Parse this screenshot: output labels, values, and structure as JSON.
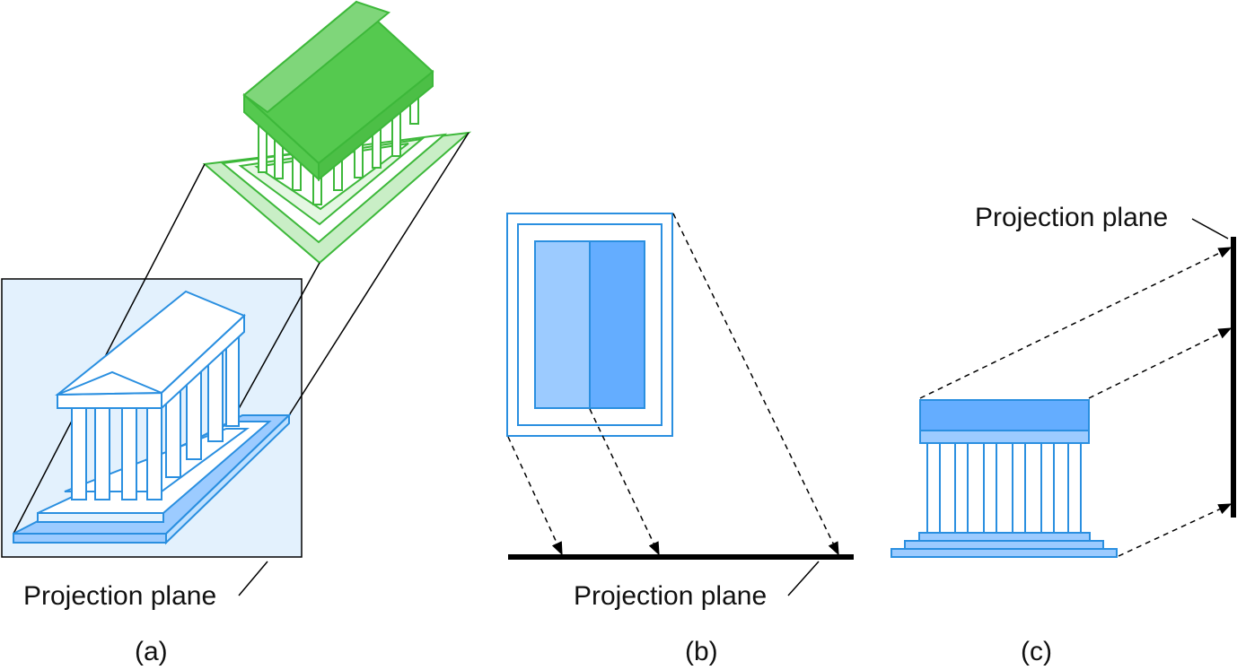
{
  "labels": {
    "plane_a": "Projection plane",
    "plane_b": "Projection plane",
    "plane_c": "Projection plane"
  },
  "captions": {
    "a": "(a)",
    "b": "(b)",
    "c": "(c)"
  },
  "colors": {
    "green_light": "#7fd67a",
    "green_mid": "#55c94f",
    "green_stroke": "#3db83a",
    "blue_stroke": "#2a8fe0",
    "blue_fill_light": "#e3f1fd",
    "blue_fill_mid": "#9ccbff",
    "blue_fill_dark": "#64adff",
    "plane_line": "#000000"
  }
}
